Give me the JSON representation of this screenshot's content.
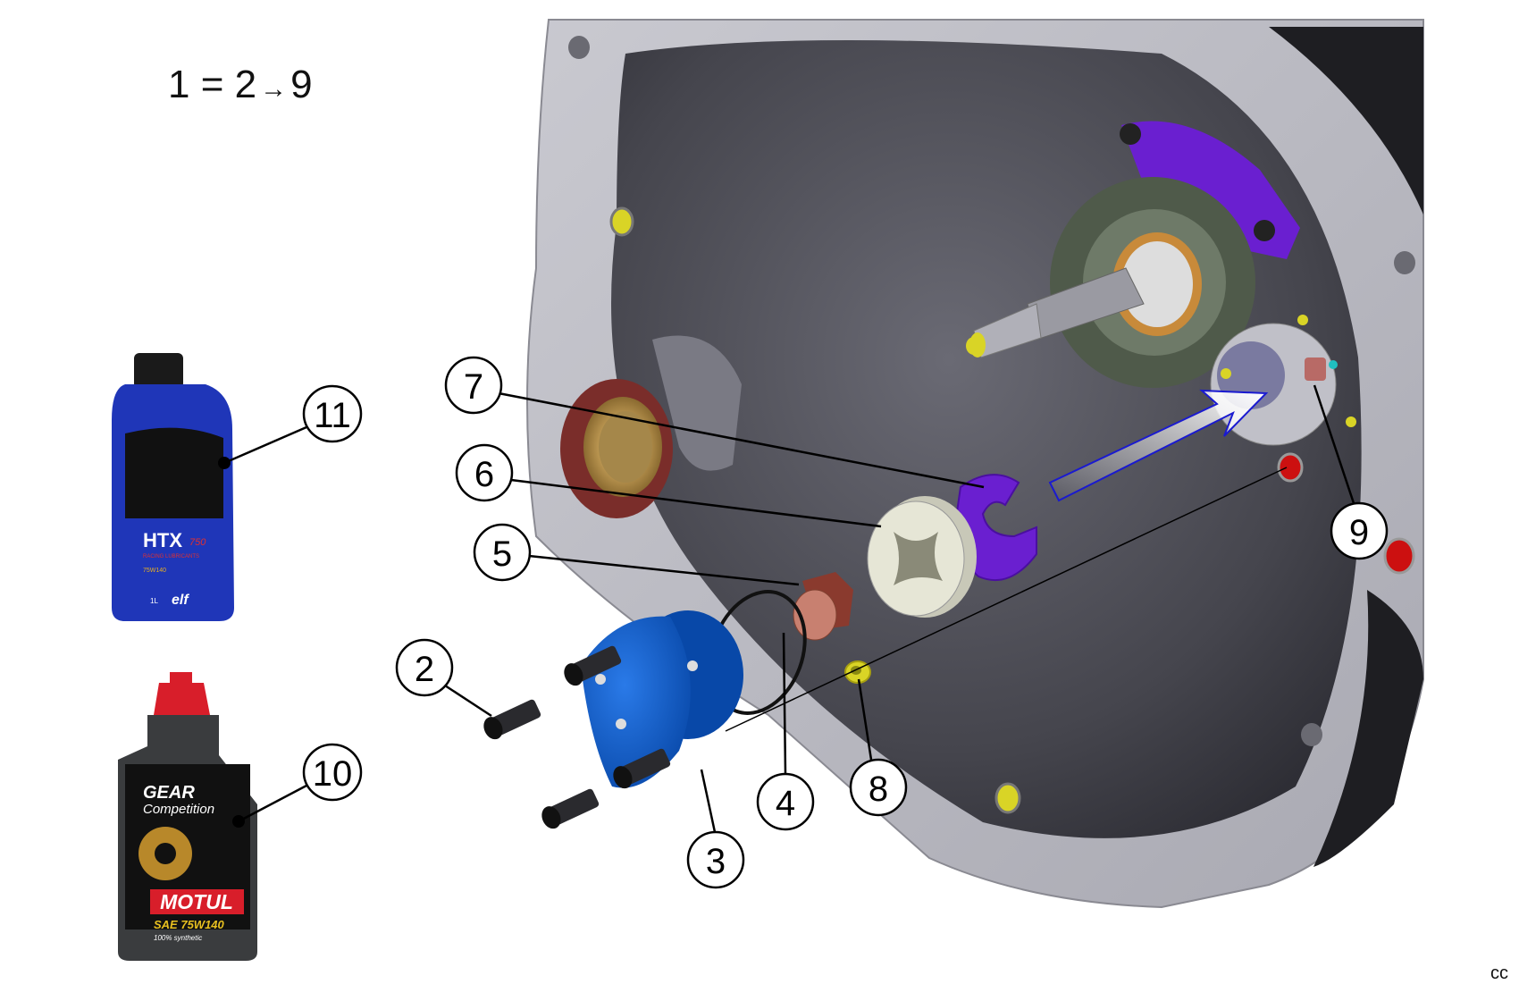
{
  "header": {
    "sequence_start": "1",
    "equals": "=",
    "range_from": "2",
    "arrow": "→",
    "range_to": "9"
  },
  "footer": {
    "code": "cc"
  },
  "callouts": [
    {
      "id": "2",
      "label": "2"
    },
    {
      "id": "3",
      "label": "3"
    },
    {
      "id": "4",
      "label": "4"
    },
    {
      "id": "5",
      "label": "5"
    },
    {
      "id": "6",
      "label": "6"
    },
    {
      "id": "7",
      "label": "7"
    },
    {
      "id": "8",
      "label": "8"
    },
    {
      "id": "9",
      "label": "9"
    },
    {
      "id": "10",
      "label": "10"
    },
    {
      "id": "11",
      "label": "11"
    }
  ],
  "products": {
    "elf_bottle": {
      "name": "HTX",
      "grade": "750",
      "line": "RACING LUBRICANTS",
      "viscosity": "75W140",
      "brand": "elf",
      "volume": "1L"
    },
    "motul_bottle": {
      "line1": "GEAR",
      "line2": "Competition",
      "brand": "MOTUL",
      "viscosity": "SAE 75W140",
      "type": "100% synthetic"
    }
  },
  "colors": {
    "housing": "#b8b8c0",
    "housing_recess": "#4a4a52",
    "cap": "#0a5cc8",
    "clip": "#6a1fd0",
    "seal": "#7a2d2a",
    "highlight_hole": "#d9d426",
    "red_hole": "#cc1010"
  }
}
